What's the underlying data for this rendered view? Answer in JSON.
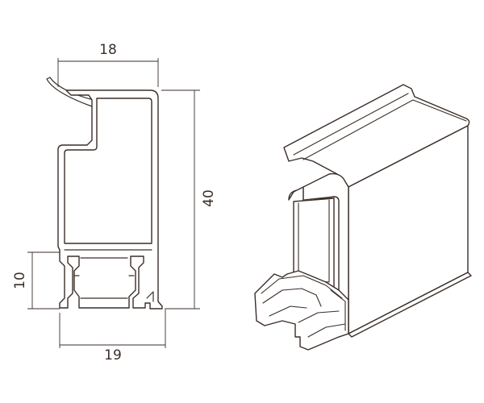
{
  "dimensions": {
    "top_width": "18",
    "height": "40",
    "base_height": "10",
    "bottom_width": "19"
  },
  "colors": {
    "line": "#3a2e28",
    "background": "#ffffff"
  }
}
